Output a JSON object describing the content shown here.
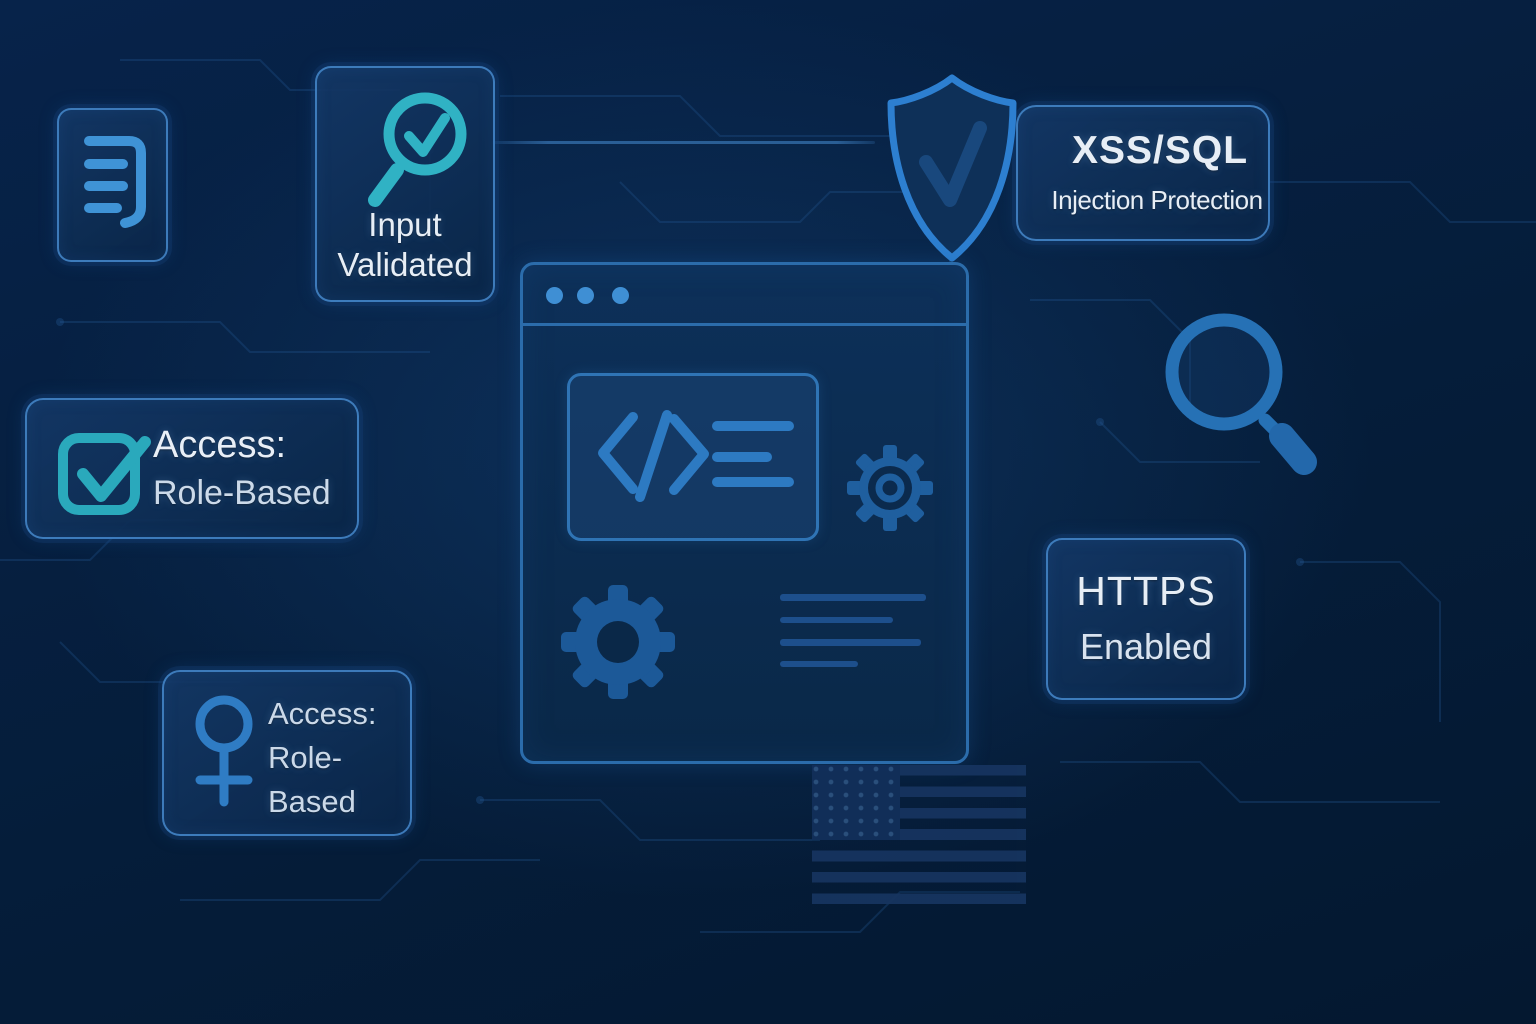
{
  "badges": {
    "input_validated": {
      "line1": "Input",
      "line2": "Validated"
    },
    "xss_sql": {
      "title": "XSS/SQL",
      "subtitle": "Injection Protection"
    },
    "access_left": {
      "line1": "Access:",
      "line2": "Role-Based"
    },
    "access_bottom": {
      "line1": "Access:",
      "line2": "Role-",
      "line3": "Based"
    },
    "https": {
      "line1": "HTTPS",
      "line2": "Enabled"
    }
  },
  "icons": {
    "document": "document-lines-icon",
    "input_check": "magnifier-check-icon",
    "shield": "shield-check-icon",
    "code": "code-tag-icon",
    "gear": "gear-icon",
    "magnifier": "magnifier-icon",
    "checkbox": "checkbox-check-icon",
    "person": "person-icon",
    "flag": "us-flag-icon"
  },
  "colors": {
    "background": "#051d3a",
    "panel_fill": "#0d2c52",
    "panel_border": "#2f6fae",
    "teal_accent": "#2fb0c2",
    "blue_accent": "#2d7fd0",
    "text": "#e7eef6"
  }
}
